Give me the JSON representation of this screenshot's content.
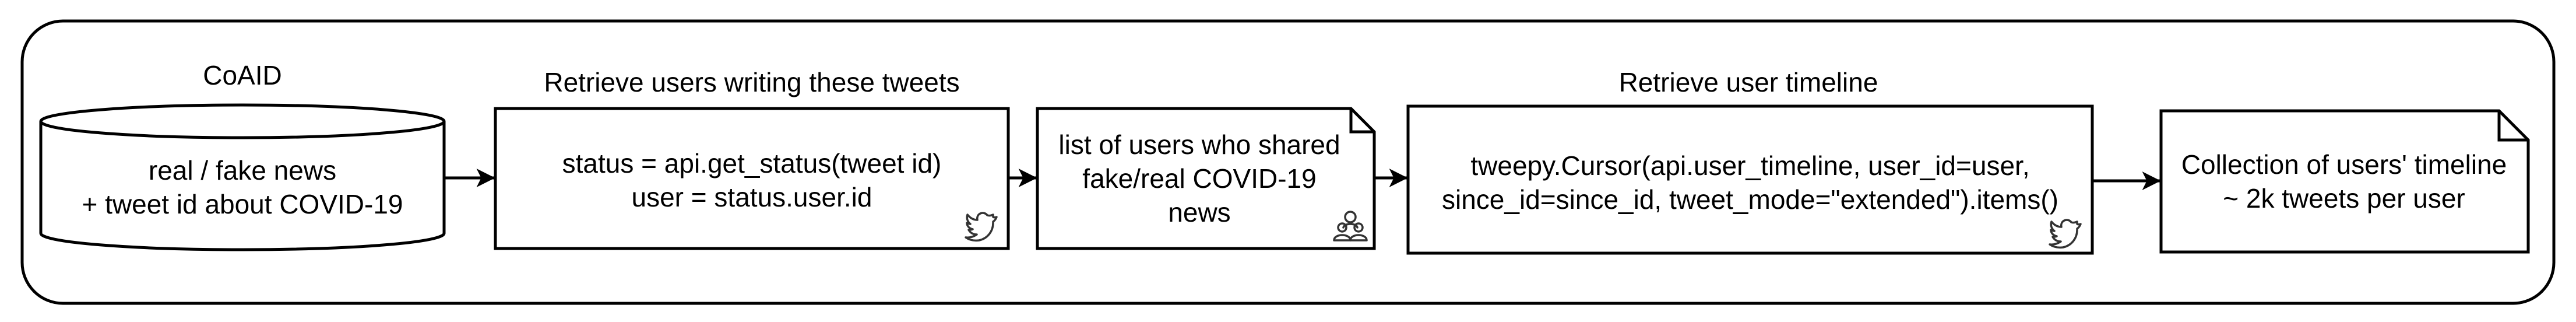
{
  "diagram": {
    "headers": {
      "coaid": "CoAID",
      "retrieve_users": "Retrieve users writing these tweets",
      "retrieve_timeline": "Retrieve user timeline"
    },
    "nodes": {
      "source_db": {
        "lines": [
          "real / fake news",
          "+ tweet id about COVID-19"
        ]
      },
      "get_status": {
        "lines": [
          "status = api.get_status(tweet id)",
          "user = status.user.id"
        ],
        "icon": "twitter-bird-icon"
      },
      "user_list": {
        "lines": [
          "list of users who shared",
          "fake/real COVID-19",
          "news"
        ],
        "icon": "users-group-icon"
      },
      "cursor": {
        "lines": [
          "tweepy.Cursor(api.user_timeline, user_id=user,",
          "since_id=since_id, tweet_mode=\"extended\").items()"
        ],
        "icon": "twitter-bird-icon"
      },
      "collection": {
        "lines": [
          "Collection  of users' timeline",
          "~ 2k tweets per user"
        ]
      }
    },
    "edges": [
      {
        "from": "source_db",
        "to": "get_status"
      },
      {
        "from": "get_status",
        "to": "user_list"
      },
      {
        "from": "user_list",
        "to": "cursor"
      },
      {
        "from": "cursor",
        "to": "collection"
      }
    ],
    "colors": {
      "stroke": "#000000",
      "fill": "#ffffff",
      "icon": "#333333"
    }
  }
}
